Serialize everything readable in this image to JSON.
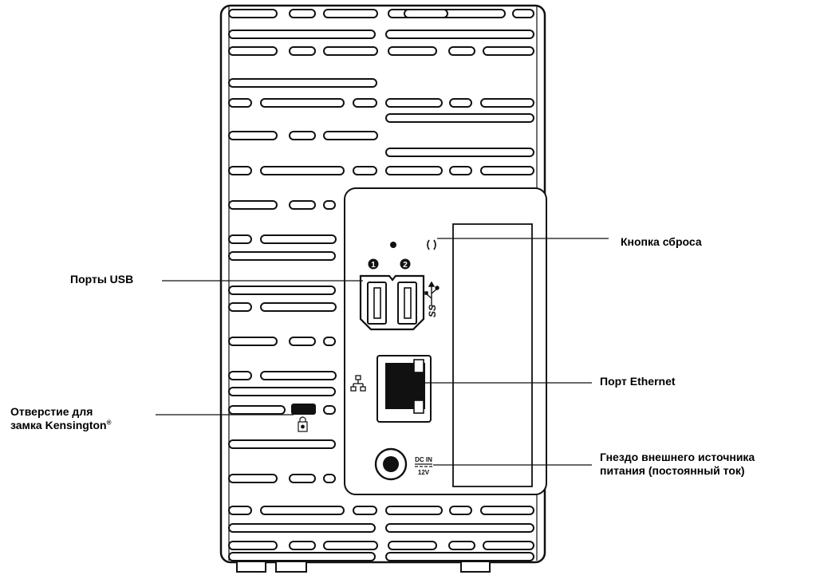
{
  "device": {
    "usb_port_numbers": [
      "1",
      "2"
    ],
    "usb_logo_text": "SS",
    "dc_in_label": "DC IN",
    "voltage_label": "12V",
    "kensington_icon": "kensington-lock-icon",
    "ethernet_icon": "network-icon",
    "usb_icon": "usb-trident-icon",
    "reset_icon": "reset-parentheses-icon"
  },
  "callouts": {
    "reset_button": "Кнопка сброса",
    "usb_ports": "Порты USB",
    "ethernet_port": "Порт Ethernet",
    "kensington_line1": "Отверстие для",
    "kensington_line2": "замка Kensington",
    "kensington_mark": "®",
    "power_line1": "Гнездо внешнего источника",
    "power_line2": "питания (постоянный ток)"
  },
  "colors": {
    "stroke": "#111111",
    "background": "#ffffff"
  }
}
